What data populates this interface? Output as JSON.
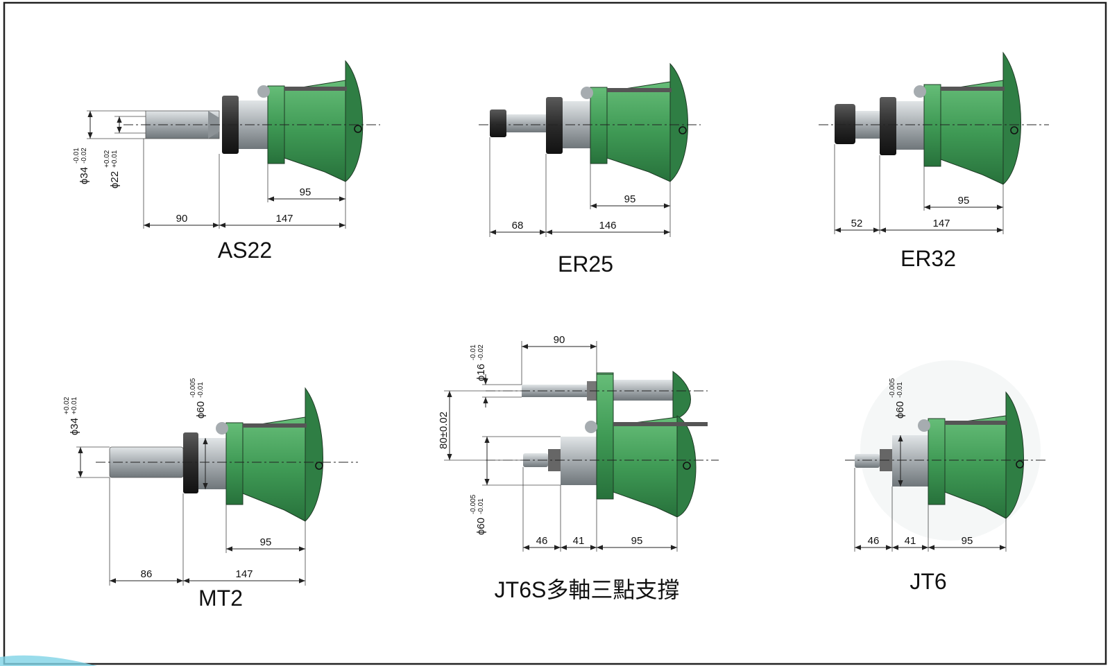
{
  "colors": {
    "frame": "#222222",
    "housing_green": "#3f9a55",
    "housing_dark": "#2f7e44",
    "steel": "#9aa0a3",
    "collar": "#2b2b2b",
    "accent_corner": "#7fd3e6"
  },
  "units": [
    {
      "id": "as22",
      "caption": "AS22",
      "dims": {
        "a": "95",
        "b": "90",
        "c": "147"
      },
      "diameters": [
        {
          "main": "ϕ34",
          "upper": "-0.01",
          "lower": "-0.02"
        },
        {
          "main": "ϕ22",
          "upper": "+0.02",
          "lower": "+0.01"
        }
      ]
    },
    {
      "id": "er25",
      "caption": "ER25",
      "dims": {
        "a": "95",
        "b": "68",
        "c": "146"
      }
    },
    {
      "id": "er32",
      "caption": "ER32",
      "dims": {
        "a": "95",
        "b": "52",
        "c": "147"
      }
    },
    {
      "id": "mt2",
      "caption": "MT2",
      "dims": {
        "a": "95",
        "b": "86",
        "c": "147"
      },
      "diameters": [
        {
          "main": "ϕ34",
          "upper": "+0.02",
          "lower": "+0.01"
        },
        {
          "main": "ϕ60",
          "upper": "-0.005",
          "lower": "-0.01"
        }
      ]
    },
    {
      "id": "jt6s",
      "caption": "JT6S多軸三點支撐",
      "dims": {
        "top": "90",
        "a": "46",
        "b": "41",
        "c": "95",
        "spacing": "80±0.02"
      },
      "diameters": [
        {
          "main": "ϕ16",
          "upper": "-0.01",
          "lower": "-0.02"
        },
        {
          "main": "ϕ60",
          "upper": "-0.005",
          "lower": "-0.01"
        }
      ]
    },
    {
      "id": "jt6",
      "caption": "JT6",
      "dims": {
        "a": "46",
        "b": "41",
        "c": "95"
      },
      "diameters": [
        {
          "main": "ϕ60",
          "upper": "-0.005",
          "lower": "-0.01"
        }
      ]
    }
  ]
}
